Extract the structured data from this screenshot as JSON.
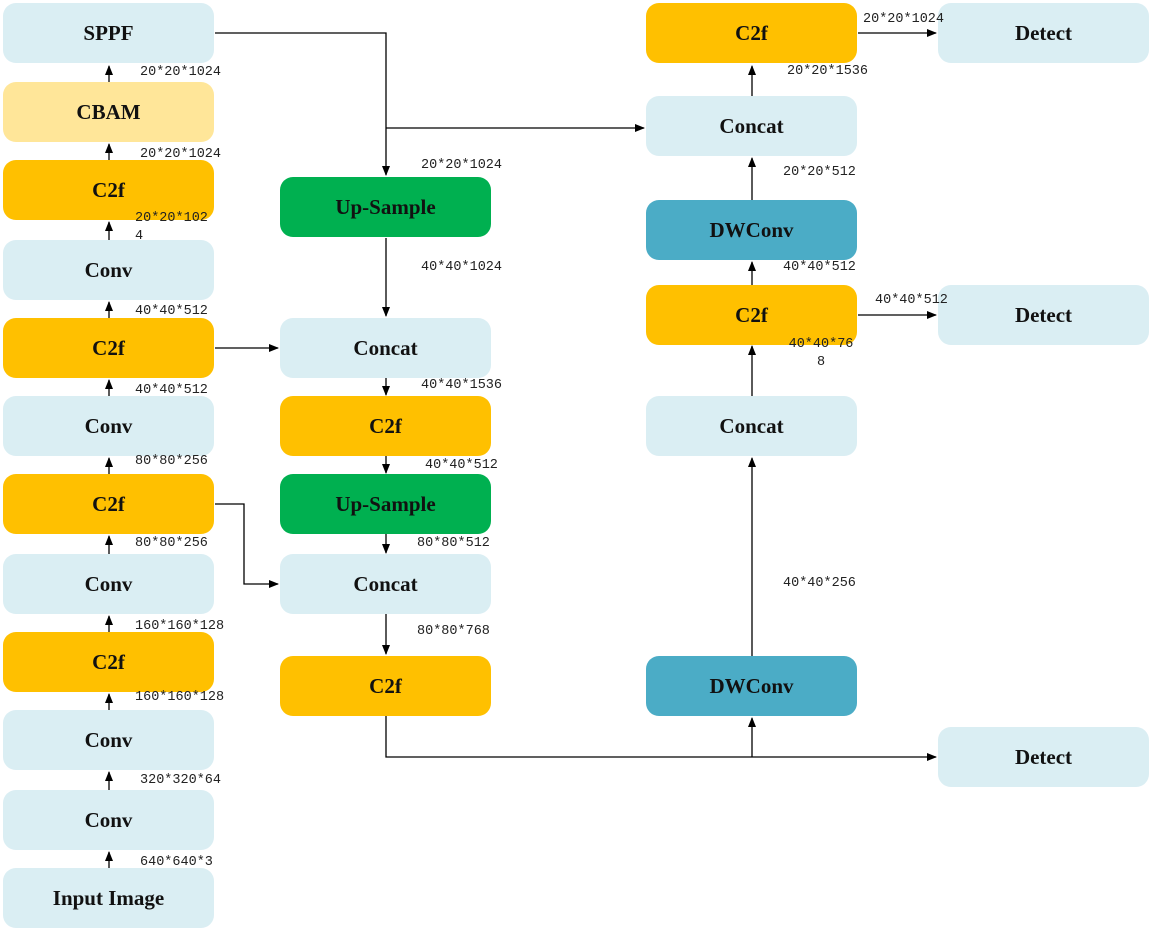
{
  "nodes": {
    "sppf": "SPPF",
    "cbam": "CBAM",
    "b_c2f_1": "C2f",
    "b_conv_1": "Conv",
    "b_c2f_2": "C2f",
    "b_conv_2": "Conv",
    "b_c2f_3": "C2f",
    "b_conv_3": "Conv",
    "b_c2f_4": "C2f",
    "b_conv_4": "Conv",
    "b_conv_5": "Conv",
    "input": "Input Image",
    "n_upsample_1": "Up-Sample",
    "n_concat_1": "Concat",
    "n_c2f_1": "C2f",
    "n_upsample_2": "Up-Sample",
    "n_concat_2": "Concat",
    "n_c2f_2": "C2f",
    "h_c2f_top": "C2f",
    "h_concat_top": "Concat",
    "h_dwconv_top": "DWConv",
    "h_c2f_mid": "C2f",
    "h_concat_mid": "Concat",
    "h_dwconv_bot": "DWConv",
    "detect_1": "Detect",
    "detect_2": "Detect",
    "detect_3": "Detect"
  },
  "labels": {
    "l_sppf_cbam": "20*20*1024",
    "l_cbam_c2f": "20*20*1024",
    "l_c2f_conv": "20*20*1024",
    "l_conv_c2f2": "40*40*512",
    "l_c2f2_conv2": "40*40*512",
    "l_conv2_c2f3": "80*80*256",
    "l_c2f3_conv3": "80*80*256",
    "l_conv3_c2f4": "160*160*128",
    "l_c2f4_conv4": "160*160*128",
    "l_conv4_conv5": "320*320*64",
    "l_conv5_input": "640*640*3",
    "l_sppf_up": "20*20*1024",
    "l_up_concat": "40*40*1024",
    "l_concat_c2f": "40*40*1536",
    "l_c2f_up2": "40*40*512",
    "l_up2_concat2": "80*80*512",
    "l_concat2_c2f2": "80*80*768",
    "l_top_detect": "20*20*1024",
    "l_concat_top": "20*20*1536",
    "l_dw_top": "20*20*512",
    "l_c2f_mid_dw": "40*40*512",
    "l_mid_detect": "40*40*512",
    "l_concat_mid": "40*40*768",
    "l_dw_bot": "40*40*256"
  },
  "colors": {
    "light": "#daeef3",
    "orange": "#ffc000",
    "cream": "#ffe699",
    "green": "#00b050",
    "teal": "#4bacc6",
    "line": "#000000"
  }
}
